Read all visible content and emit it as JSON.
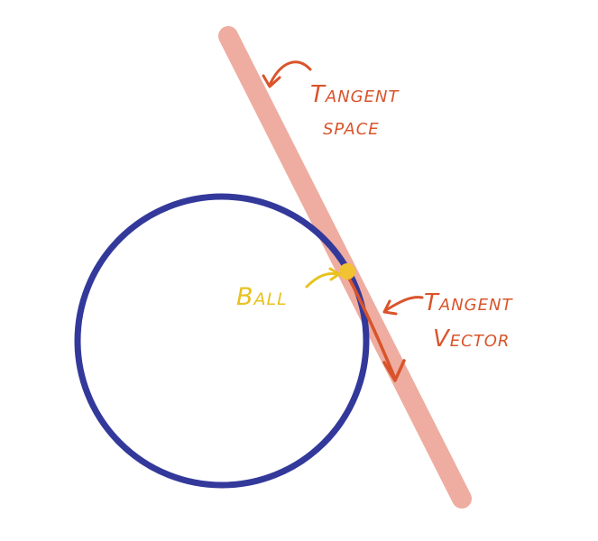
{
  "labels": {
    "tangent_space_line1": "Tangent",
    "tangent_space_line2": "space",
    "tangent_vector_line1": "Tangent",
    "tangent_vector_line2": "Vector",
    "ball": "Ball"
  },
  "colors": {
    "circle": "#33399a",
    "tangent_space": "#eeada0",
    "tangent_vector": "#d9542b",
    "label_orange": "#d9542b",
    "ball": "#f1c232",
    "ball_label": "#e8c21f"
  }
}
